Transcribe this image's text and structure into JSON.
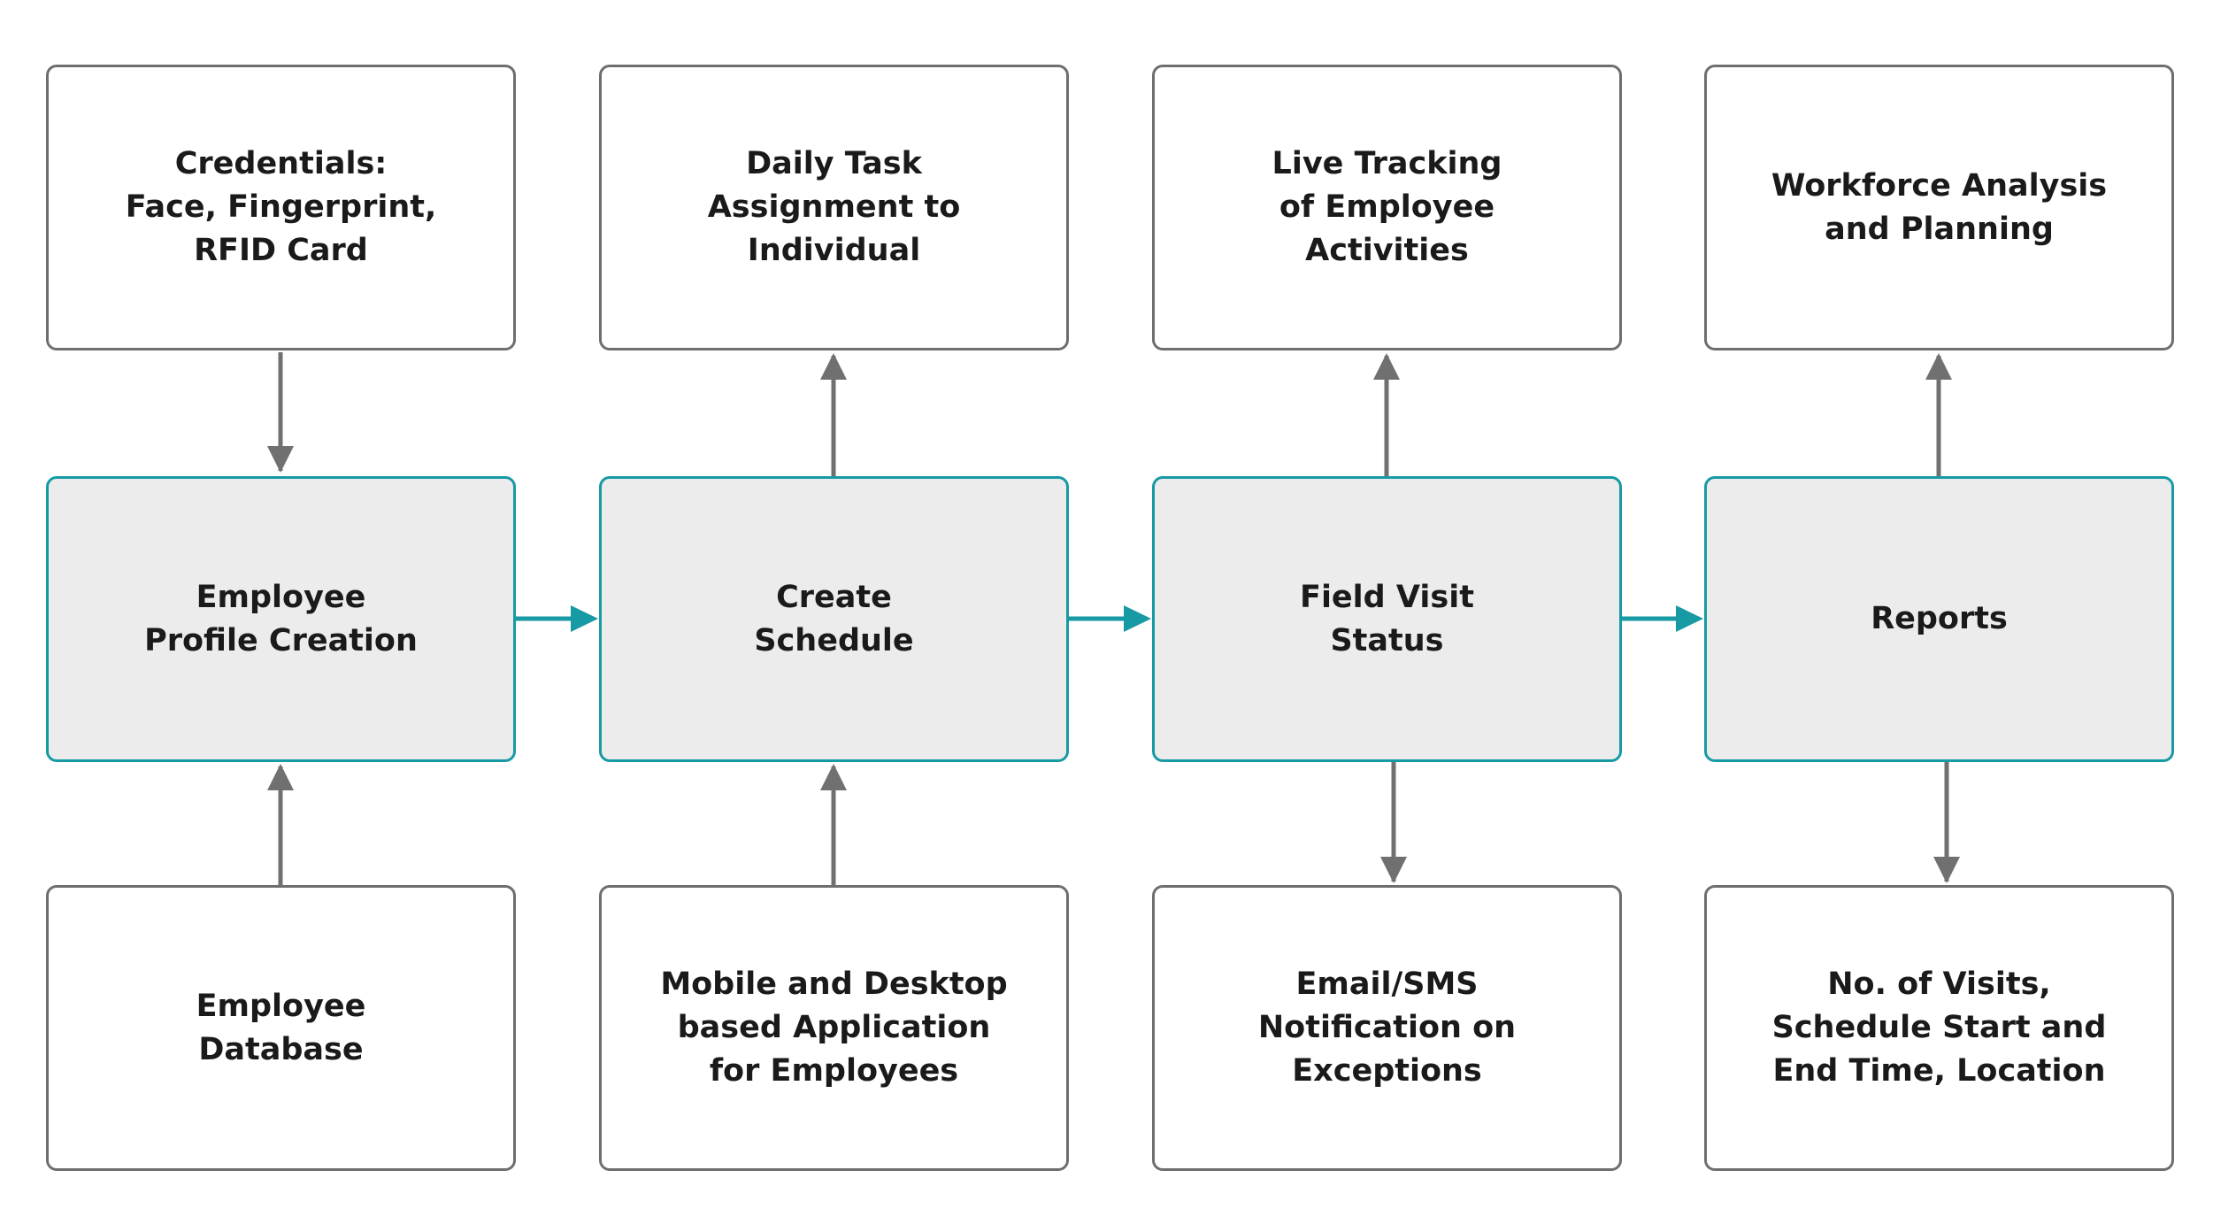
{
  "colors": {
    "main_border": "#179aa3",
    "main_fill": "#ececec",
    "outer_border": "#6e6e6e",
    "vertical_arrow": "#707070",
    "flow_arrow": "#179aa3"
  },
  "main_flow": [
    {
      "id": "employee-profile-creation",
      "label": "Employee\nProfile Creation"
    },
    {
      "id": "create-schedule",
      "label": "Create\nSchedule"
    },
    {
      "id": "field-visit-status",
      "label": "Field Visit\nStatus"
    },
    {
      "id": "reports",
      "label": "Reports"
    }
  ],
  "top_boxes": [
    {
      "id": "credentials",
      "label": "Credentials:\nFace, Fingerprint,\nRFID Card"
    },
    {
      "id": "daily-task-assignment",
      "label": "Daily Task\nAssignment to\nIndividual"
    },
    {
      "id": "live-tracking",
      "label": "Live Tracking\nof Employee\nActivities"
    },
    {
      "id": "workforce-analysis",
      "label": "Workforce Analysis\nand Planning"
    }
  ],
  "bottom_boxes": [
    {
      "id": "employee-database",
      "label": "Employee\nDatabase"
    },
    {
      "id": "mobile-desktop-app",
      "label": "Mobile and Desktop\nbased Application\nfor Employees"
    },
    {
      "id": "email-sms-notification",
      "label": "Email/SMS\nNotification on\nExceptions"
    },
    {
      "id": "visits-schedule-location",
      "label": "No. of Visits,\nSchedule Start and\nEnd Time, Location"
    }
  ],
  "connections": [
    {
      "from": "credentials",
      "to": "employee-profile-creation"
    },
    {
      "from": "employee-database",
      "to": "employee-profile-creation"
    },
    {
      "from": "create-schedule",
      "to": "daily-task-assignment"
    },
    {
      "from": "mobile-desktop-app",
      "to": "create-schedule"
    },
    {
      "from": "field-visit-status",
      "to": "live-tracking"
    },
    {
      "from": "field-visit-status",
      "to": "email-sms-notification"
    },
    {
      "from": "reports",
      "to": "workforce-analysis"
    },
    {
      "from": "reports",
      "to": "visits-schedule-location"
    },
    {
      "from": "employee-profile-creation",
      "to": "create-schedule"
    },
    {
      "from": "create-schedule",
      "to": "field-visit-status"
    },
    {
      "from": "field-visit-status",
      "to": "reports"
    }
  ]
}
